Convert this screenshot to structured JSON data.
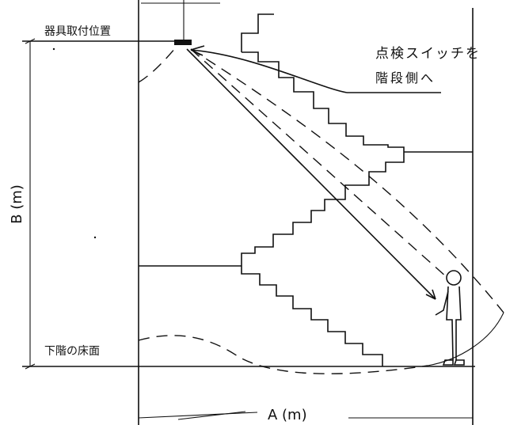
{
  "labels": {
    "fixture_position": "器具取付位置",
    "switch_line1": "点検スイッチを",
    "switch_line2": "階段側へ",
    "dim_b": "B (m)",
    "lower_floor": "下階の床面",
    "dim_a": "A (m)"
  }
}
